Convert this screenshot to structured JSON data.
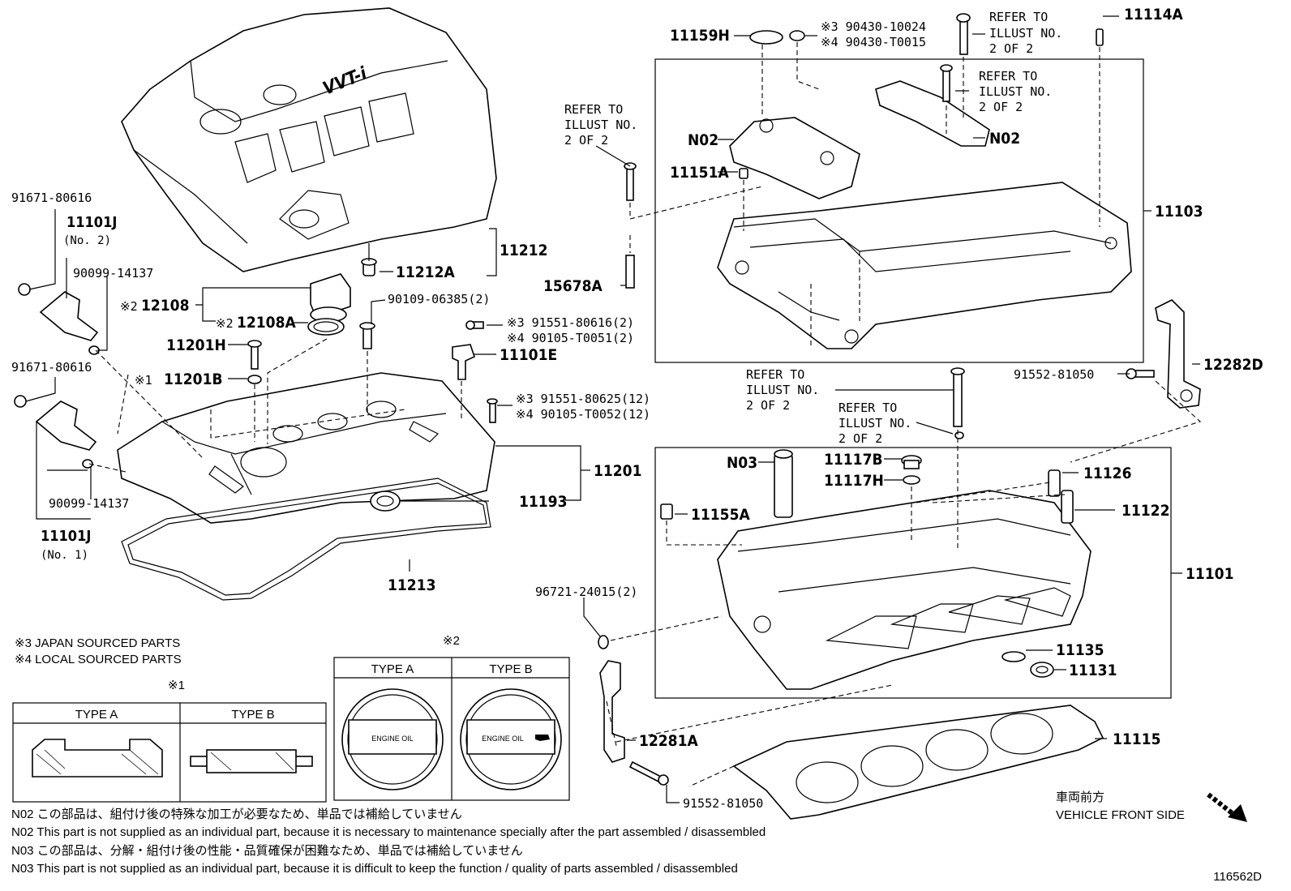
{
  "diagram_id": "116562D",
  "labels": {
    "p91671_80616_top": "91671-80616",
    "p11101J_no2": "11101J",
    "p11101J_no2_sub": "(No. 2)",
    "p90099_14137_top": "90099-14137",
    "p91671_80616_bot": "91671-80616",
    "p90099_14137_bot": "90099-14137",
    "p11101J_no1": "11101J",
    "p11101J_no1_sub": "(No. 1)",
    "p11212": "11212",
    "p11212A": "11212A",
    "p12108_mark": "※2",
    "p12108": "12108",
    "p12108A_mark": "※2",
    "p12108A": "12108A",
    "p90109": "90109-06385(2)",
    "p11201H": "11201H",
    "p11201B_mark": "※1",
    "p11201B": "11201B",
    "p91551_80616": "※3 91551-80616(2)",
    "p90105_T0051": "※4 90105-T0051(2)",
    "p11101E": "11101E",
    "p91551_80625": "※3 91551-80625(12)",
    "p90105_T0052": "※4 90105-T0052(12)",
    "p11201": "11201",
    "p11193": "11193",
    "p11213": "11213",
    "p11159H": "11159H",
    "p90430_10024": "※3 90430-10024",
    "p90430_T0015": "※4 90430-T0015",
    "refer_top_1": "REFER TO",
    "refer_top_2": "ILLUST NO.",
    "refer_top_3": "2 OF 2",
    "p11114A": "11114A",
    "refer_mid_1": "REFER TO",
    "refer_mid_2": "ILLUST NO.",
    "refer_mid_3": "2 OF 2",
    "refer_left_1": "REFER TO",
    "refer_left_2": "ILLUST NO.",
    "refer_left_3": "2 OF 2",
    "p N02_a": "N02",
    "pN02_a": "N02",
    "pN02_b": "N02",
    "p11151A": "11151A",
    "p15678A": "15678A",
    "p11103": "11103",
    "p91552_81050_top": "91552-81050",
    "p12282D": "12282D",
    "refer_bolt_1": "REFER TO",
    "refer_bolt_2": "ILLUST NO.",
    "refer_bolt_3": "2 OF 2",
    "refer_bolt2_1": "REFER TO",
    "refer_bolt2_2": "ILLUST NO.",
    "refer_bolt2_3": "2 OF 2",
    "pN03": "N03",
    "p11117B": "11117B",
    "p11117H": "11117H",
    "p11126": "11126",
    "p11122": "11122",
    "p11155A": "11155A",
    "p11101": "11101",
    "p96721": "96721-24015(2)",
    "p11135": "11135",
    "p11131": "11131",
    "p12281A": "12281A",
    "p11115": "11115",
    "p91552_81050_bot": "91552-81050"
  },
  "legend": {
    "japan": "※3 JAPAN SOURCED PARTS",
    "local": "※4 LOCAL SOURCED PARTS"
  },
  "table1": {
    "mark": "※1",
    "type_a": "TYPE A",
    "type_b": "TYPE B"
  },
  "table2": {
    "mark": "※2",
    "type_a": "TYPE A",
    "type_b": "TYPE B",
    "cap_a_text": "ENGINE OIL",
    "cap_b_text": "ENGINE OIL"
  },
  "cover_logo": "VVT-i",
  "front": {
    "jp": "車両前方",
    "en": "VEHICLE FRONT SIDE"
  },
  "notes": [
    "N02  この部品は、組付け後の特殊な加工が必要なため、単品では補給していません",
    "N02  This part is not supplied as an individual part, because it is necessary to maintenance specially after the part assembled / disassembled",
    "N03  この部品は、分解・組付け後の性能・品質確保が困難なため、単品では補給していません",
    "N03  This part is not supplied as an individual part, because it is difficult to keep the function / quality of parts  assembled / disassembled"
  ]
}
